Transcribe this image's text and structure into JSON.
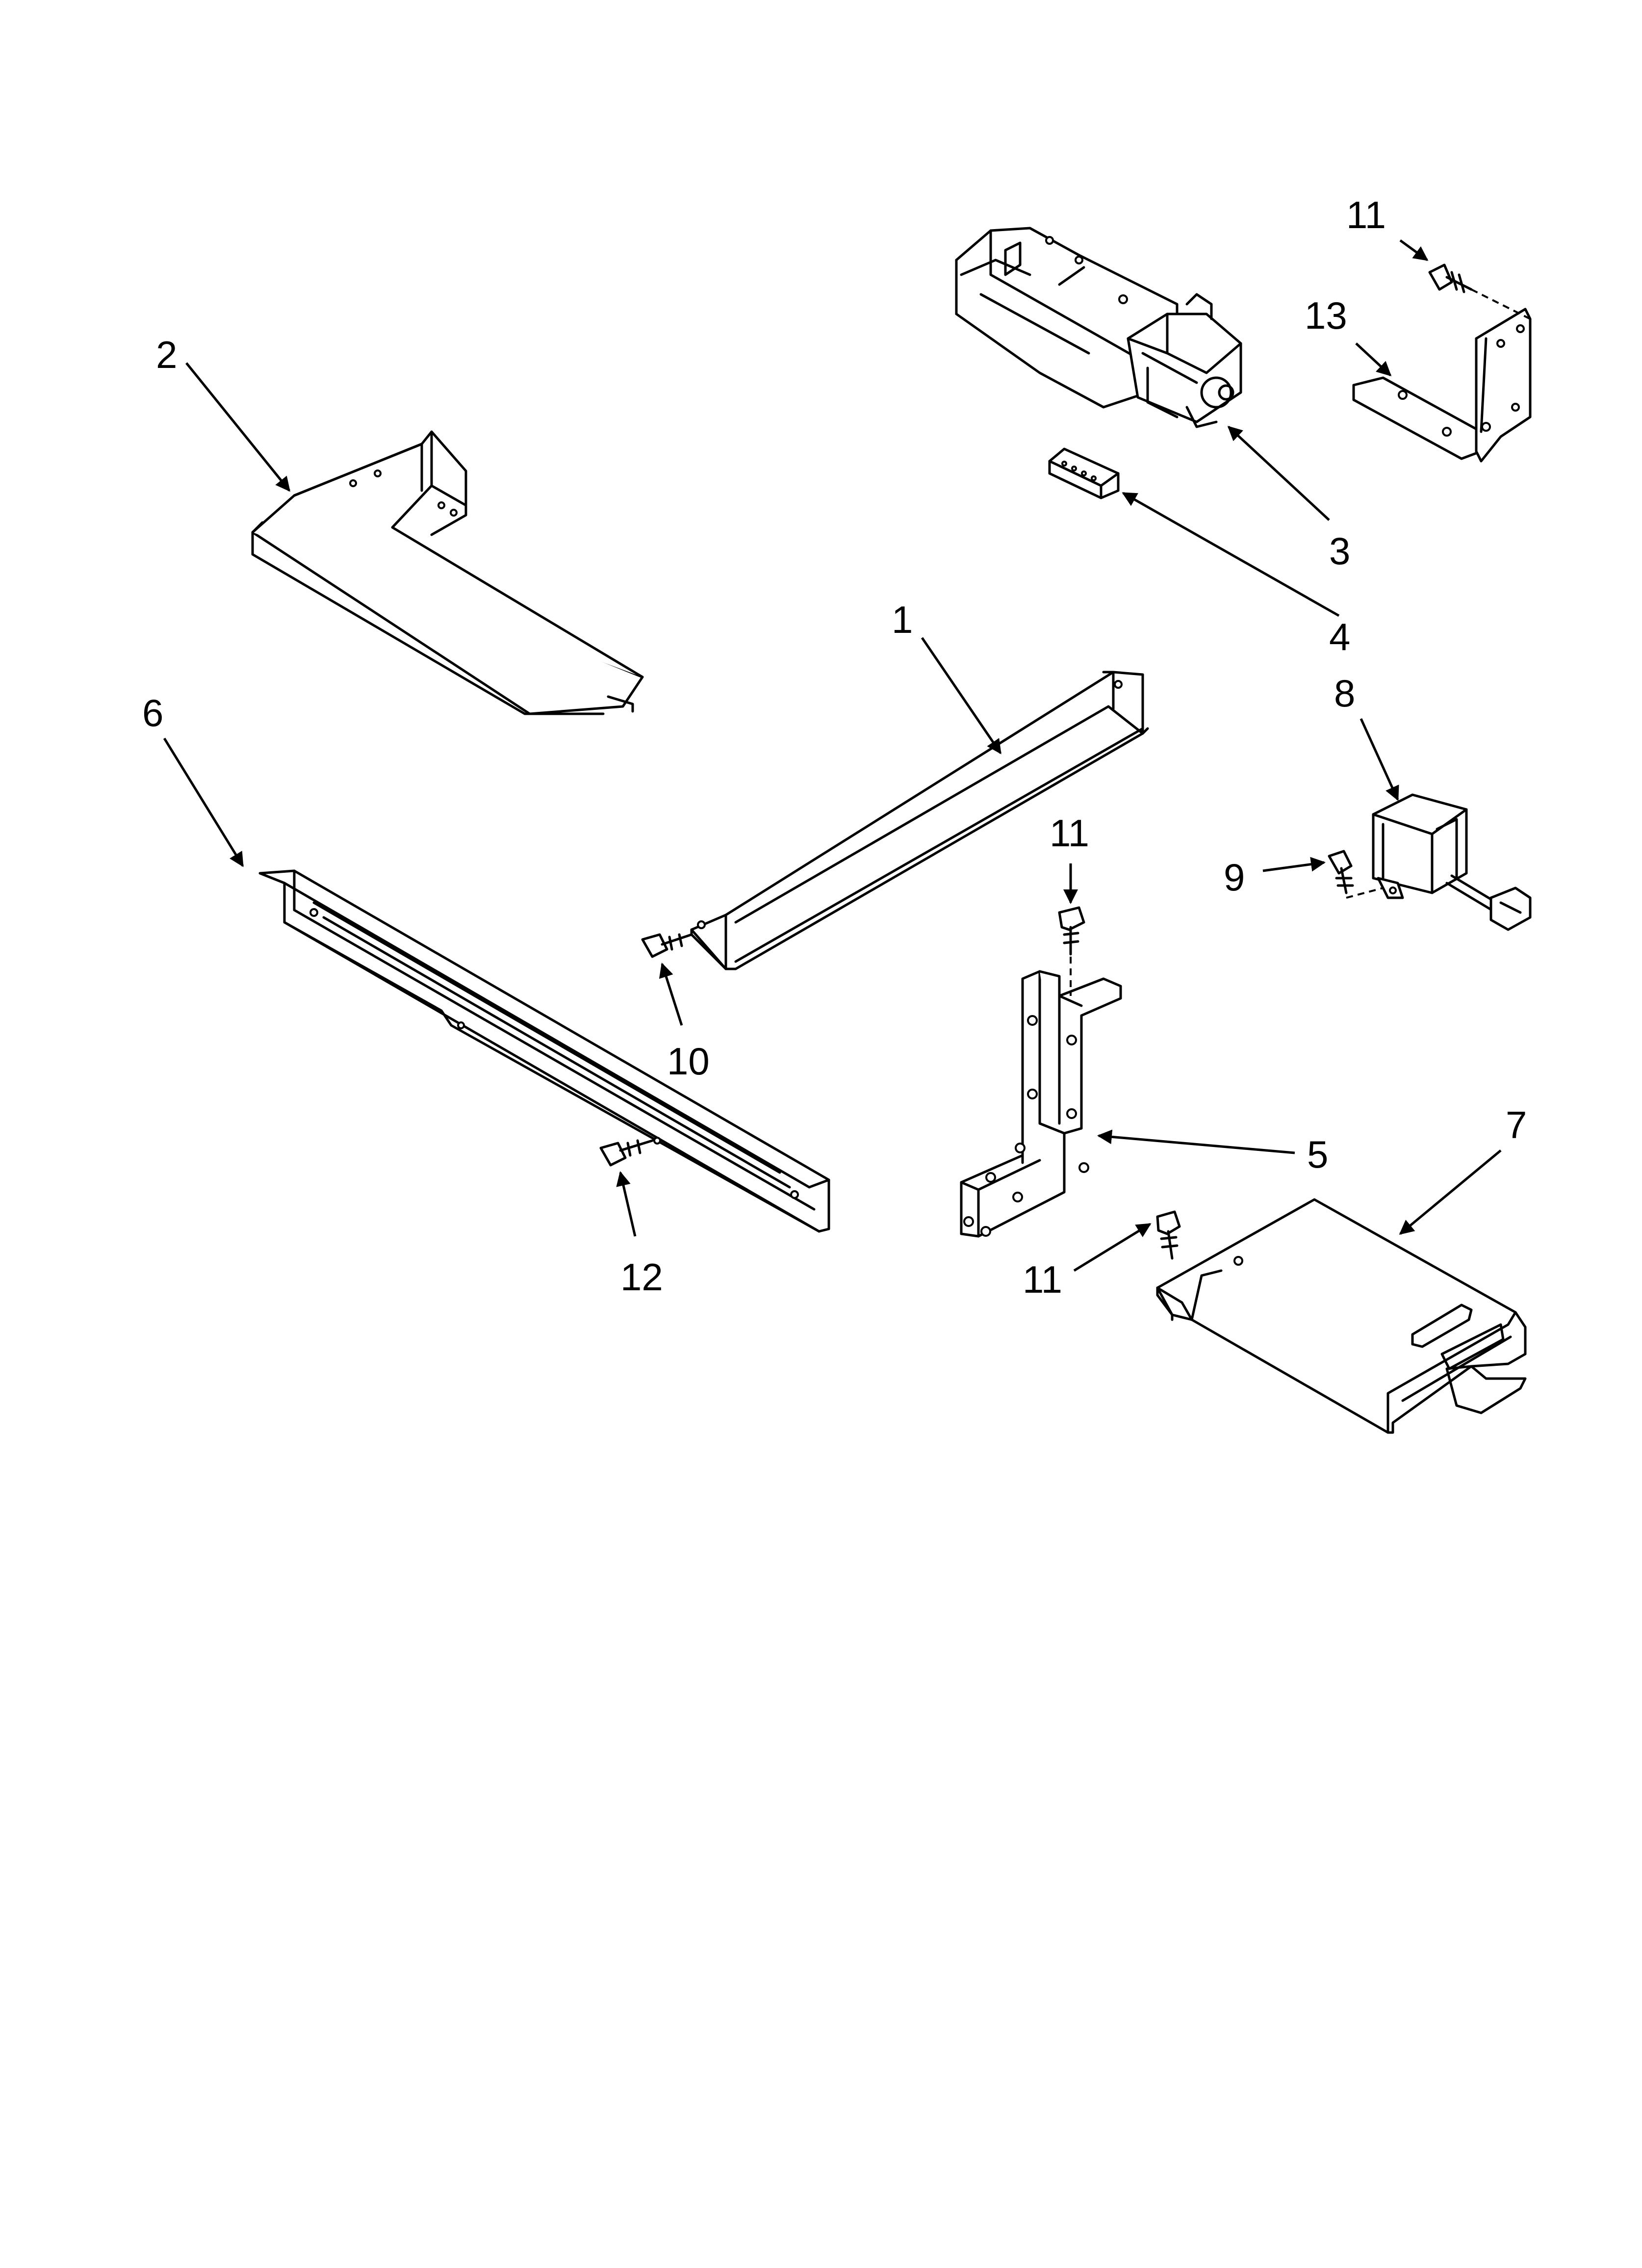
{
  "diagram": {
    "callouts": [
      {
        "id": "c1",
        "text": "1"
      },
      {
        "id": "c2",
        "text": "2"
      },
      {
        "id": "c3",
        "text": "3"
      },
      {
        "id": "c4",
        "text": "4"
      },
      {
        "id": "c5",
        "text": "5"
      },
      {
        "id": "c6",
        "text": "6"
      },
      {
        "id": "c7",
        "text": "7"
      },
      {
        "id": "c8",
        "text": "8"
      },
      {
        "id": "c9",
        "text": "9"
      },
      {
        "id": "c10",
        "text": "10"
      },
      {
        "id": "c11a",
        "text": "11"
      },
      {
        "id": "c11b",
        "text": "11"
      },
      {
        "id": "c11c",
        "text": "11"
      },
      {
        "id": "c12",
        "text": "12"
      },
      {
        "id": "c13",
        "text": "13"
      }
    ]
  }
}
